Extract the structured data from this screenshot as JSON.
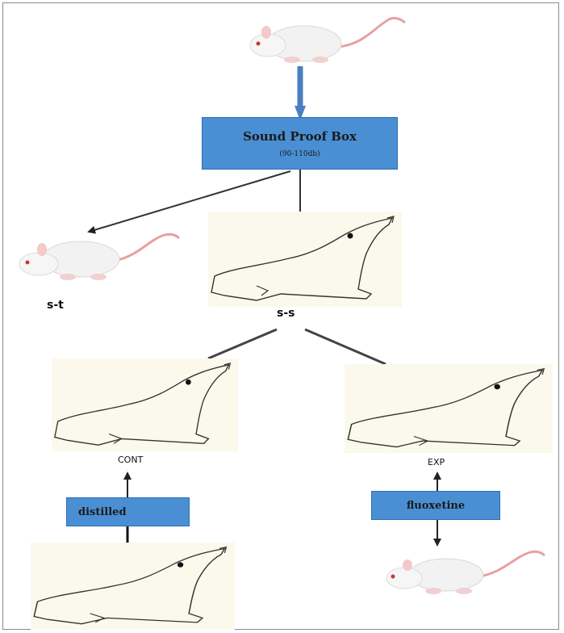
{
  "nodes": {
    "box_title": "Sound Proof Box",
    "box_sub": "(90-110db)",
    "st_label": "s-t",
    "ss_label": "s-s",
    "cont_label": "CONT",
    "exp_label": "EXP",
    "distilled_label": "distilled",
    "fluoxetine_label": "fluoxetine"
  },
  "colors": {
    "box_fill": "#4a8fd3",
    "panel_bg": "#fbf9ec",
    "thick_arrow": "#4a7fc0"
  }
}
